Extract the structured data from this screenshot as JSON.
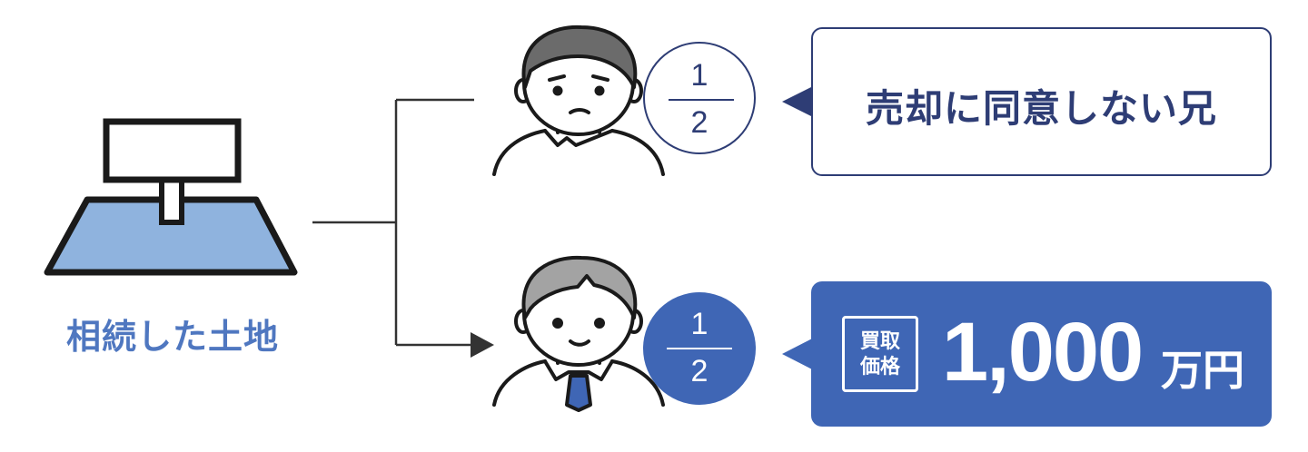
{
  "land": {
    "label": "相続した土地",
    "icon": "land-plot-icon"
  },
  "heirs": [
    {
      "person_icon": "worried-man-icon",
      "share": {
        "numerator": "1",
        "denominator": "2"
      },
      "callout": "売却に同意しない兄"
    },
    {
      "person_icon": "businessman-icon",
      "share": {
        "numerator": "1",
        "denominator": "2"
      },
      "callout": {
        "badge_line1": "買取",
        "badge_line2": "価格",
        "price": "1,000",
        "unit": "万円"
      }
    }
  ],
  "colors": {
    "navy": "#2e3d75",
    "blue": "#3f66b5",
    "land_fill": "#8fb3de",
    "label_blue": "#4f77c0",
    "outline": "#1a1a1a"
  }
}
